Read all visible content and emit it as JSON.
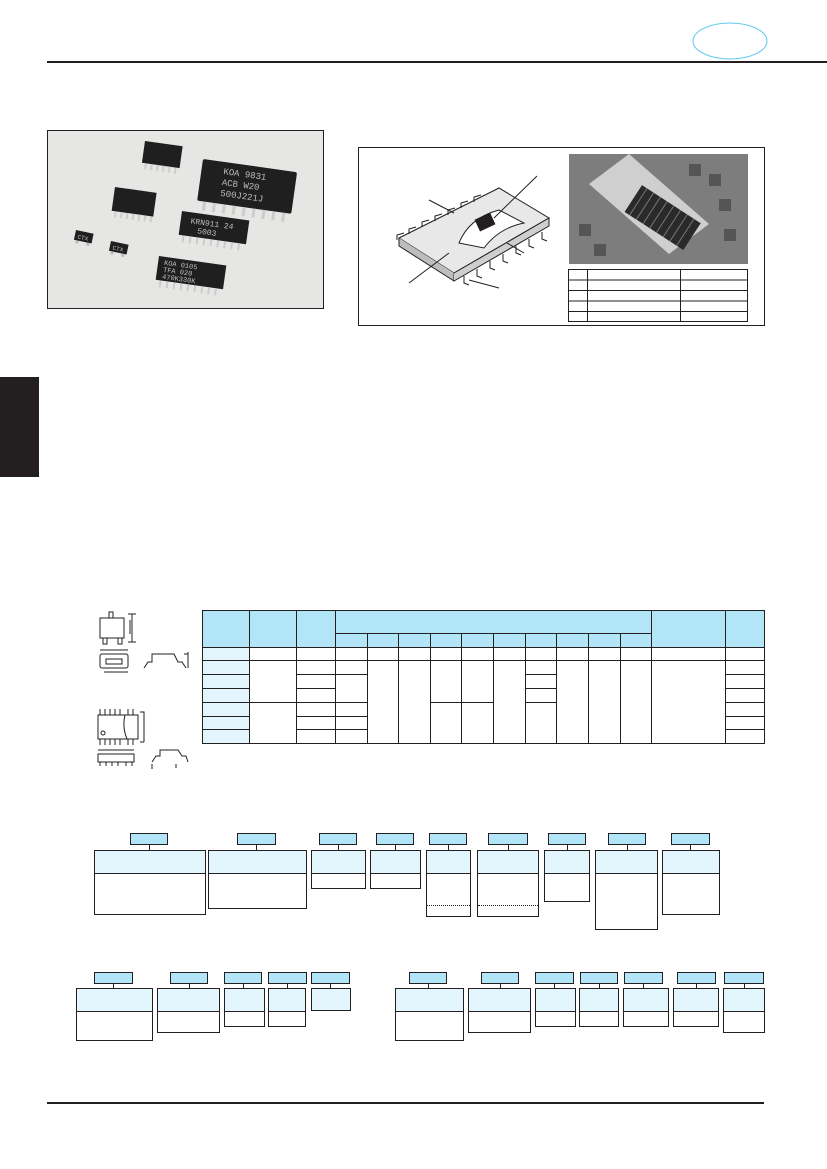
{
  "colors": {
    "rule": "#231f20",
    "header_fill": "#b3e5f8",
    "light_fill": "#e4f6fd",
    "oval_stroke": "#5bc8ef",
    "side_tab": "#231f20"
  },
  "icons": {
    "page_badge": "oval-outline-icon"
  },
  "product_photo": {
    "markings": [
      "KOA 9831",
      "ACB W20",
      "500J221J",
      "KOA 0105",
      "TFA 020",
      "470K330K",
      "KRN911 24",
      "5003",
      "CTX",
      "CTX"
    ]
  }
}
